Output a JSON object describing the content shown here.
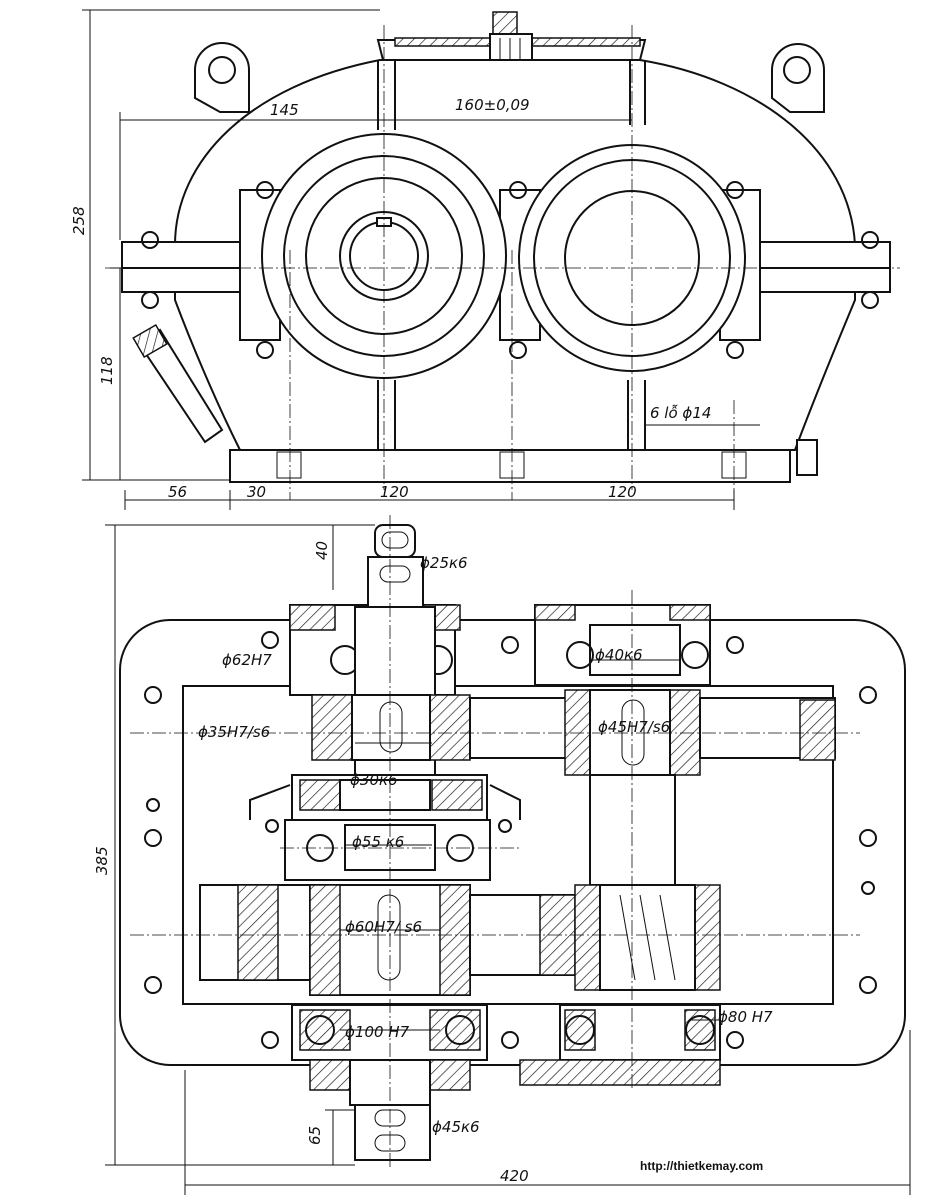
{
  "top_view": {
    "dims": {
      "d145": "145",
      "d160": "160±0,09",
      "d258": "258",
      "d118": "118",
      "d56": "56",
      "d30": "30",
      "d120a": "120",
      "d120b": "120",
      "bolts": "6 lỗ  ϕ14"
    }
  },
  "plan_view": {
    "dims": {
      "d40": "40",
      "d25k6": "ϕ25к6",
      "d62h7": "ϕ62H7",
      "d40k6": "ϕ40к6",
      "d35h7s6": "ϕ35H7/s6",
      "d45h7s6": "ϕ45H7/s6",
      "d30k6": "ϕ30к6",
      "d55k6": "ϕ55 к6",
      "d60h7s6": "ϕ60H7/ s6",
      "d100h7": "ϕ100 H7",
      "d80h7": "ϕ80 H7",
      "d385": "385",
      "d65": "65",
      "d45k6": "ϕ45к6",
      "d420": "420"
    }
  },
  "watermark": "http://thietkemay.com"
}
